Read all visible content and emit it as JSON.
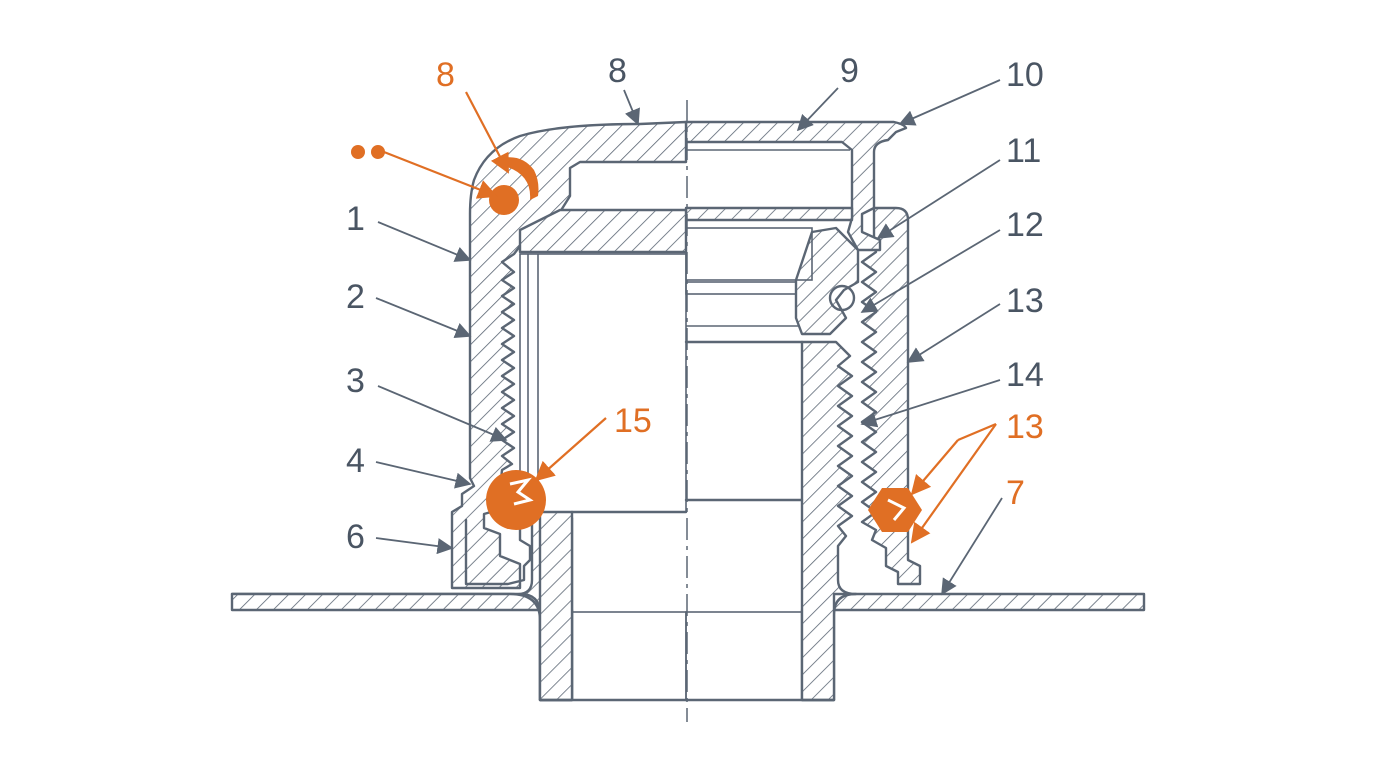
{
  "labels_gray": {
    "l1": "1",
    "l2": "2",
    "l3": "3",
    "l4": "4",
    "l6": "6",
    "l8": "8",
    "l9": "9",
    "l10": "10",
    "l11": "11",
    "l12": "12",
    "l13": "13",
    "l14": "14"
  },
  "labels_orange": {
    "l8": "8",
    "l15": "15",
    "l13": "13",
    "l7": "7"
  },
  "colors": {
    "line": "#5b6674",
    "text": "#4a5563",
    "accent": "#e06f24"
  }
}
